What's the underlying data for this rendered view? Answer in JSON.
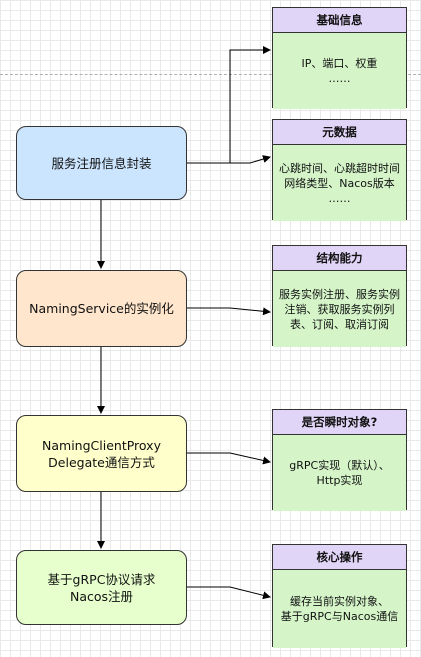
{
  "steps": [
    {
      "label": "服务注册信息封装",
      "fill": "#cce5ff"
    },
    {
      "label": "NamingService的实例化",
      "fill": "#ffe6cc"
    },
    {
      "label": "NamingClientProxy\nDelegate通信方式",
      "fill": "#ffffcc"
    },
    {
      "label": "基于gRPC协议请求\nNacos注册",
      "fill": "#e6ffcc"
    }
  ],
  "cards": [
    {
      "title": "基础信息",
      "body": "IP、端口、权重\n……"
    },
    {
      "title": "元数据",
      "body": "心跳时间、心跳超时时间\n网络类型、Nacos版本\n……"
    },
    {
      "title": "结构能力",
      "body": "服务实例注册、服务实例\n注销、获取服务实例列\n表、订阅、取消订阅"
    },
    {
      "title": "是否瞬时对象?",
      "body": "gRPC实现（默认）、\nHttp实现"
    },
    {
      "title": "核心操作",
      "body": "缓存当前实例对象、\n基于gRPC与Nacos通信"
    }
  ],
  "colors": {
    "card_header": "#e1d5f7",
    "card_body": "#d5f5c9",
    "line": "#000000"
  }
}
